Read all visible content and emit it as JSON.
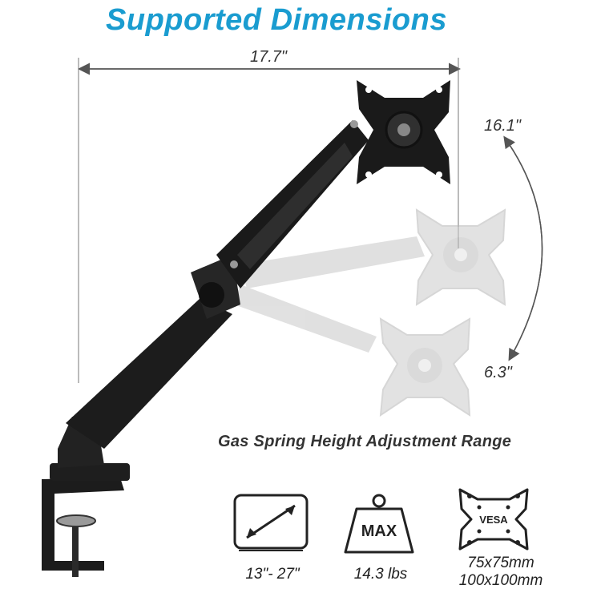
{
  "title": "Supported Dimensions",
  "dimensions": {
    "width": "17.7\"",
    "height_up": "16.1\"",
    "height_down": "6.3\""
  },
  "caption": "Gas Spring Height Adjustment Range",
  "specs": {
    "screen_size": "13\"- 27\"",
    "weight_label": "MAX",
    "weight": "14.3 lbs",
    "vesa_label": "VESA",
    "vesa_small": "75x75mm",
    "vesa_large": "100x100mm"
  },
  "colors": {
    "title": "#1a9cd0",
    "arm": "#1c1c1c",
    "ghost": "#cfcfcf"
  },
  "icons": [
    "monitor-size-icon",
    "weight-icon",
    "vesa-plate-icon"
  ]
}
